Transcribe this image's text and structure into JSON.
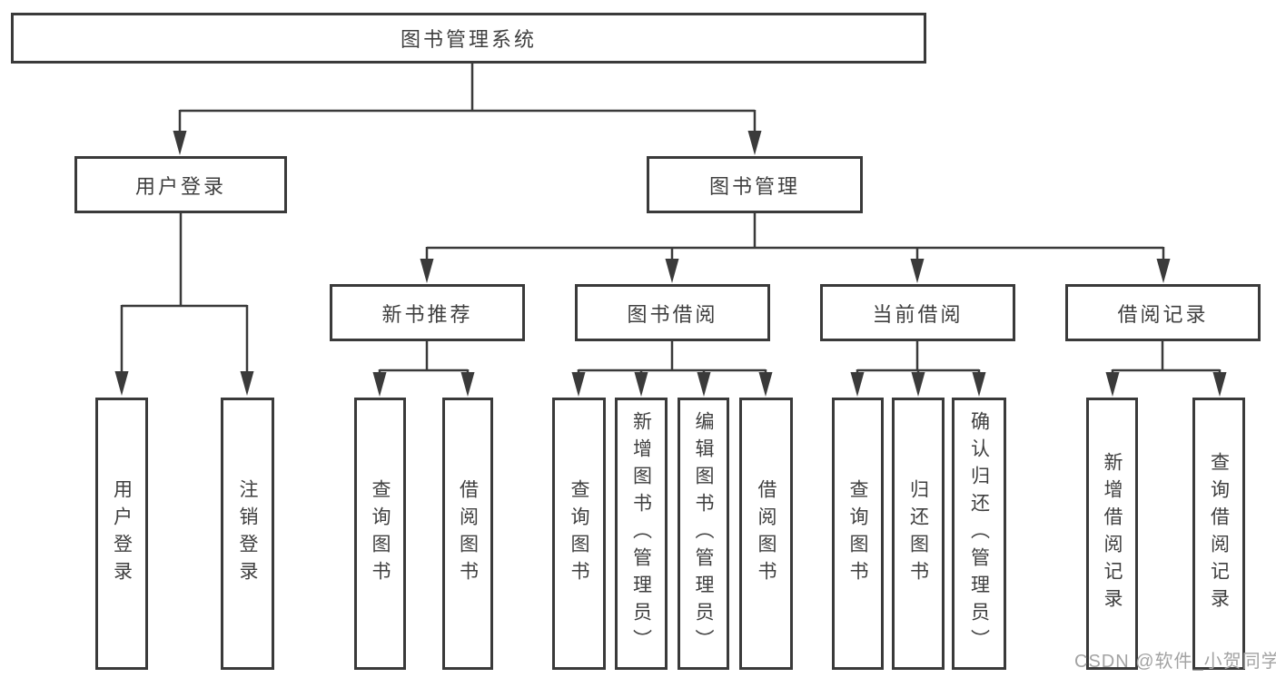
{
  "diagram": {
    "root": {
      "label": "图书管理系统"
    },
    "branches": [
      {
        "label": "用户登录",
        "children": [
          "用户登录",
          "注销登录"
        ]
      },
      {
        "label": "图书管理",
        "children": [
          "新书推荐",
          "图书借阅",
          "当前借阅",
          "借阅记录"
        ]
      }
    ],
    "groups": [
      {
        "label": "新书推荐",
        "children": [
          "查询图书",
          "借阅图书"
        ]
      },
      {
        "label": "图书借阅",
        "children": [
          "查询图书",
          "新增图书（管理员）",
          "编辑图书（管理员）",
          "借阅图书"
        ]
      },
      {
        "label": "当前借阅",
        "children": [
          "查询图书",
          "归还图书",
          "确认归还（管理员）"
        ]
      },
      {
        "label": "借阅记录",
        "children": [
          "新增借阅记录",
          "查询借阅记录"
        ]
      }
    ],
    "leaves": [
      {
        "label": "用户登录"
      },
      {
        "label": "注销登录"
      },
      {
        "label": "查询图书"
      },
      {
        "label": "借阅图书"
      },
      {
        "label": "查询图书"
      },
      {
        "label": "新增图书（管理员）"
      },
      {
        "label": "编辑图书（管理员）"
      },
      {
        "label": "借阅图书"
      },
      {
        "label": "查询图书"
      },
      {
        "label": "归还图书"
      },
      {
        "label": "确认归还（管理员）"
      },
      {
        "label": "新增借阅记录"
      },
      {
        "label": "查询借阅记录"
      }
    ],
    "watermark": "CSDN @软件_小贺同学",
    "colors": {
      "line": "#3a3a3a",
      "text": "#3f3f3f",
      "background": "#ffffff",
      "watermark": "#a3a3a3"
    }
  }
}
